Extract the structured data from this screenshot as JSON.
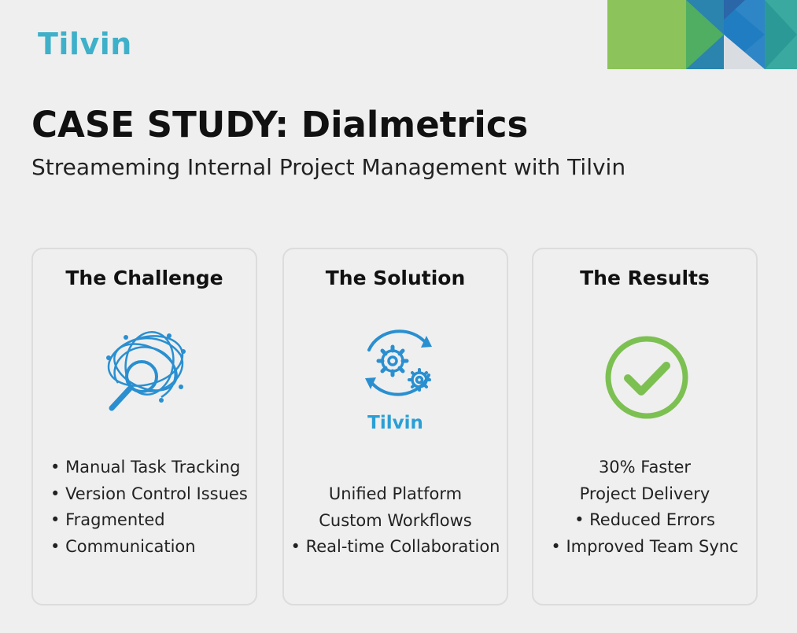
{
  "brand": {
    "logo_text": "Tilvin",
    "colors": {
      "teal": "#3fb0c9",
      "blue": "#2a9fd6",
      "green": "#7cc052"
    }
  },
  "header": {
    "title": "CASE STUDY: Dialmetrics",
    "subtitle": "Streameming Internal Project Management with Tilvin"
  },
  "cards": [
    {
      "heading": "The Challenge",
      "icon": "tangled-search-icon",
      "items": [
        "Manual Task Tracking",
        "Version Control Issues",
        "Fragmented",
        "Communication"
      ]
    },
    {
      "heading": "The Solution",
      "icon": "gears-cycle-icon",
      "icon_caption": "Tilvin",
      "items": [
        "Unified Platform",
        "Custom Workflows",
        "Real-time Collaboration"
      ]
    },
    {
      "heading": "The Results",
      "icon": "check-circle-icon",
      "items": [
        "30% Faster",
        "Project Delivery",
        "Reduced Errors",
        "Improved Team Sync"
      ]
    }
  ]
}
